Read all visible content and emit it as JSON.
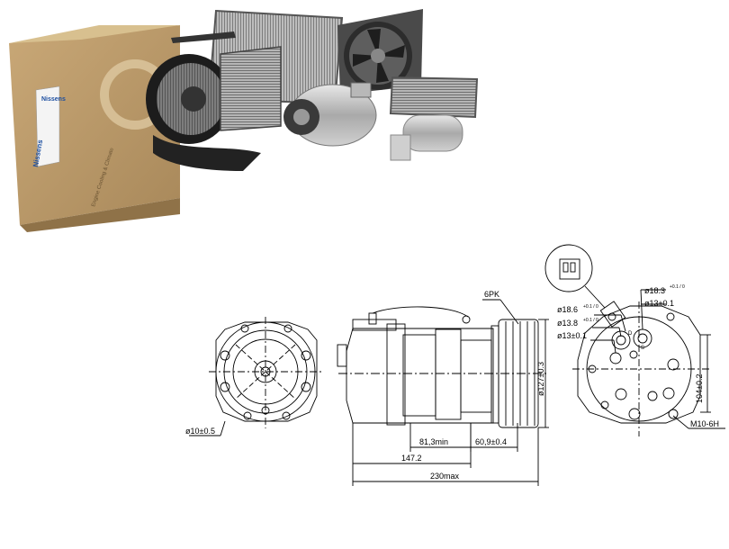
{
  "product_photo": {
    "box_brand": "Nissens",
    "box_side_text": "Engine Cooling & Climate"
  },
  "dimensions": {
    "front_hole": "ø10±0.5",
    "belt": "6PK",
    "pulley_dia": "ø127±0.3",
    "len_81": "81,3min",
    "len_60": "60,9±0.4",
    "len_147": "147.2",
    "len_230": "230max",
    "port_18_6": "ø18.6",
    "port_18_6_tol": "+0.1 / 0",
    "port_13_8": "ø13.8",
    "port_13_8_tol": "+0.1 / 0",
    "port_13_left": "ø13±0.1",
    "port_18_3": "ø18.3",
    "port_18_3_tol": "+0.1 / 0",
    "port_13_right": "ø13±0.1",
    "height_104": "104±0.2",
    "thread": "M10-6H",
    "port_d": "D",
    "port_s": "S"
  }
}
